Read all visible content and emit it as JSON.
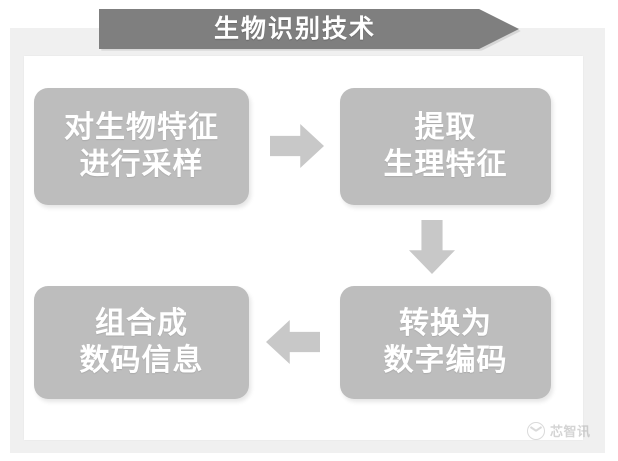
{
  "banner": {
    "title": "生物识别技术",
    "background_color": "#7f7f7f",
    "text_color": "#ffffff"
  },
  "theme": {
    "page_background": "#ffffff",
    "frame_color": "#f0f0f0",
    "panel_color": "#ffffff",
    "box_color": "#bdbdbd",
    "arrow_color": "#c8c8c8",
    "box_text_color": "#ffffff"
  },
  "diagram": {
    "type": "flowchart",
    "orientation": "2x2-cycle",
    "steps": [
      {
        "id": "sample",
        "order": 1,
        "line1": "对生物特征",
        "line2": "进行采样",
        "position": "top-left"
      },
      {
        "id": "extract",
        "order": 2,
        "line1": "提取",
        "line2": "生理特征",
        "position": "top-right"
      },
      {
        "id": "encode",
        "order": 3,
        "line1": "转换为",
        "line2": "数字编码",
        "position": "bottom-right"
      },
      {
        "id": "assemble",
        "order": 4,
        "line1": "组合成",
        "line2": "数码信息",
        "position": "bottom-left"
      }
    ],
    "connectors": [
      {
        "id": "sample-to-extract",
        "direction": "right",
        "from": "sample",
        "to": "extract"
      },
      {
        "id": "extract-to-encode",
        "direction": "down",
        "from": "extract",
        "to": "encode"
      },
      {
        "id": "encode-to-assemble",
        "direction": "left",
        "from": "encode",
        "to": "assemble"
      }
    ]
  },
  "watermark": {
    "text": "芯智讯"
  }
}
